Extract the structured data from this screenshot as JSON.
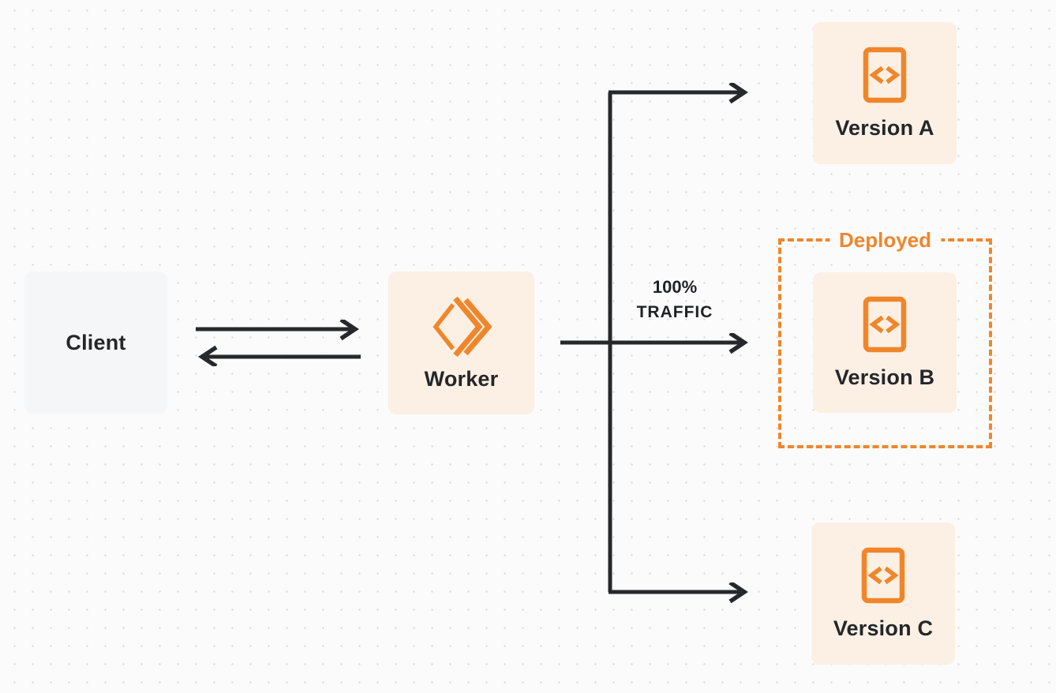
{
  "diagram": {
    "type": "worker-version-routing-diagram",
    "nodes": {
      "client": {
        "label": "Client"
      },
      "worker": {
        "label": "Worker"
      },
      "version_a": {
        "label": "Version A"
      },
      "version_b": {
        "label": "Version B"
      },
      "version_c": {
        "label": "Version C"
      }
    },
    "annotations": {
      "deployed_label": "Deployed",
      "traffic_line1": "100%",
      "traffic_line2": "TRAFFIC"
    },
    "edges": [
      {
        "from": "client",
        "to": "worker",
        "style": "arrow-right"
      },
      {
        "from": "worker",
        "to": "client",
        "style": "arrow-left"
      },
      {
        "from": "worker",
        "to": "version_a",
        "style": "elbow-arrow"
      },
      {
        "from": "worker",
        "to": "version_b",
        "style": "straight-arrow",
        "label": "100% TRAFFIC"
      },
      {
        "from": "worker",
        "to": "version_c",
        "style": "elbow-arrow"
      }
    ],
    "icons": {
      "worker_icon": "cloudflare-workers-logo-icon",
      "version_icon": "code-document-icon"
    },
    "colors": {
      "accent_orange": "#F0862B",
      "cream_box_bg": "#FBF0E3",
      "gray_box_bg": "#F5F6F7",
      "arrow_dark": "#26282B",
      "text_dark": "#24262A",
      "page_bg": "#FBFBFB",
      "dot_grid": "#E2E2E5"
    }
  }
}
